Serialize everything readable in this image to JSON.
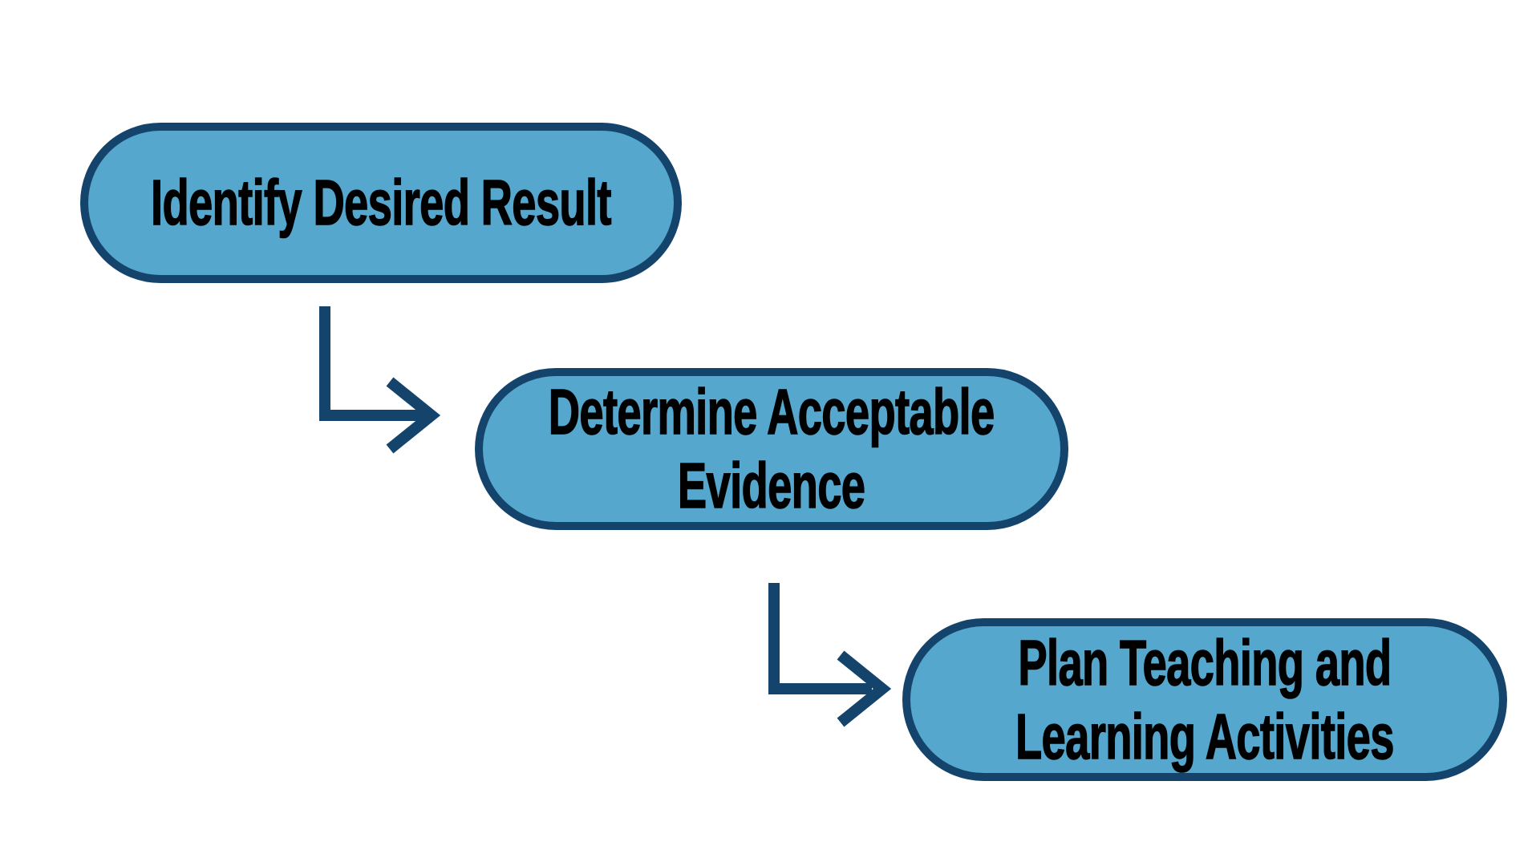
{
  "colors": {
    "background": "#ffffff",
    "box_fill": "#55A7CD",
    "box_border": "#14436B",
    "arrow": "#14436B",
    "text": "#000000"
  },
  "diagram": {
    "type": "flowchart",
    "nodes": [
      {
        "id": "identify-desired-result",
        "lines": [
          "Identify Desired Result"
        ]
      },
      {
        "id": "determine-acceptable-evidence",
        "lines": [
          "Determine Acceptable",
          "Evidence"
        ]
      },
      {
        "id": "plan-teaching-learning-activities",
        "lines": [
          "Plan Teaching and",
          "Learning Activities"
        ]
      }
    ],
    "connectors": [
      {
        "from": "identify-desired-result",
        "to": "determine-acceptable-evidence",
        "style": "elbow-down-right-arrow"
      },
      {
        "from": "determine-acceptable-evidence",
        "to": "plan-teaching-learning-activities",
        "style": "elbow-down-right-arrow"
      }
    ]
  }
}
